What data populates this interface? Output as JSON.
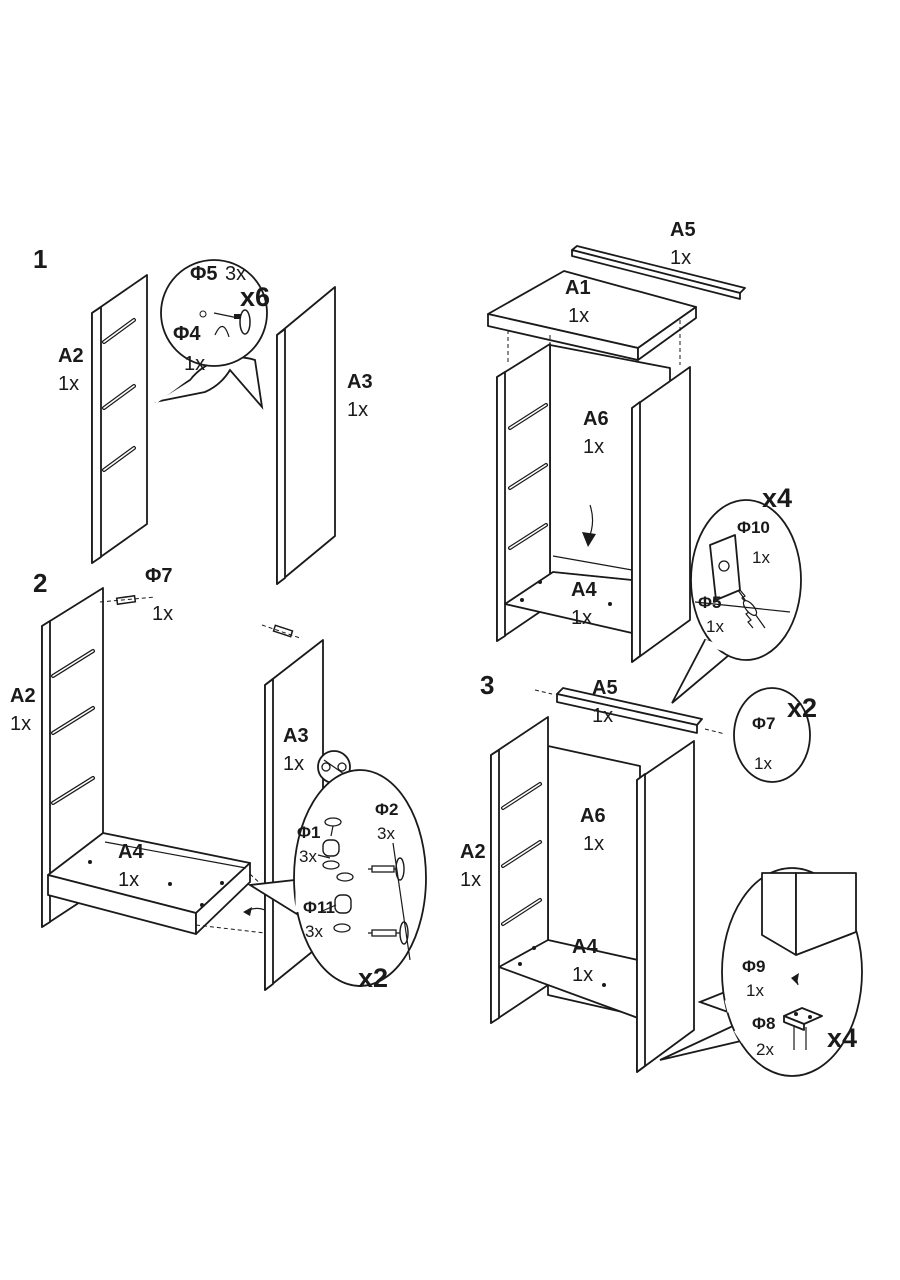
{
  "steps": [
    {
      "number": "1",
      "parts": [
        {
          "code": "A2",
          "qty": "1x"
        },
        {
          "code": "A3",
          "qty": "1x"
        }
      ],
      "hardware": [
        {
          "code": "Φ5",
          "qty": "3x"
        },
        {
          "code": "Φ4",
          "qty": "1x"
        }
      ],
      "multiplier": "x6"
    },
    {
      "number": "2",
      "parts": [
        {
          "code": "A2",
          "qty": "1x"
        },
        {
          "code": "A3",
          "qty": "1x"
        },
        {
          "code": "A4",
          "qty": "1x"
        }
      ],
      "hardware": [
        {
          "code": "Φ7",
          "qty": "1x"
        },
        {
          "code": "Φ1",
          "qty": "3x"
        },
        {
          "code": "Φ2",
          "qty": "3x"
        },
        {
          "code": "Φ11",
          "qty": "3x"
        }
      ],
      "multiplier": "x2"
    },
    {
      "number": "",
      "parts": [
        {
          "code": "A5",
          "qty": "1x"
        },
        {
          "code": "A1",
          "qty": "1x"
        },
        {
          "code": "A6",
          "qty": "1x"
        },
        {
          "code": "A4",
          "qty": "1x"
        }
      ],
      "hardware": [
        {
          "code": "Φ10",
          "qty": "1x"
        },
        {
          "code": "Φ5",
          "qty": "1x"
        }
      ],
      "multiplier": "x4"
    },
    {
      "number": "3",
      "parts": [
        {
          "code": "A5",
          "qty": "1x"
        },
        {
          "code": "A2",
          "qty": "1x"
        },
        {
          "code": "A6",
          "qty": "1x"
        },
        {
          "code": "A4",
          "qty": "1x"
        }
      ],
      "hardware": [
        {
          "code": "Φ7",
          "qty": "1x"
        },
        {
          "code": "Φ9",
          "qty": "1x"
        },
        {
          "code": "Φ8",
          "qty": "2x"
        }
      ],
      "multiplier_top": "x2",
      "multiplier": "x4"
    }
  ]
}
